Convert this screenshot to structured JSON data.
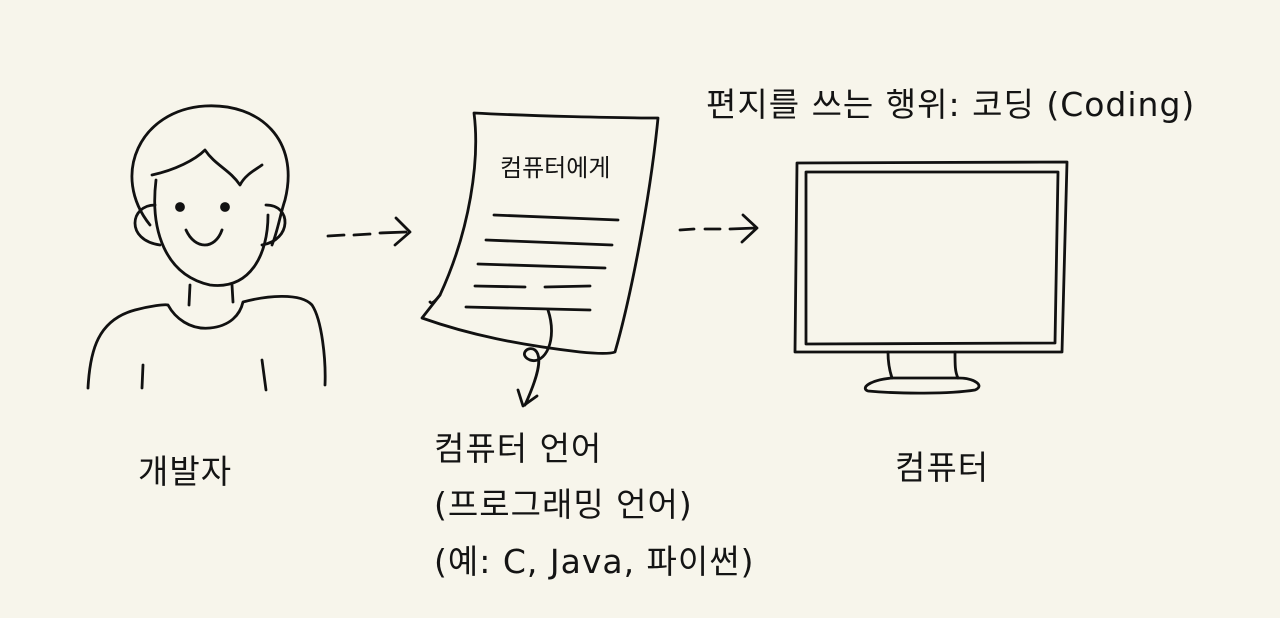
{
  "title": "편지를 쓰는 행위: 코딩 (Coding)",
  "developer": {
    "label": "개발자",
    "icon": "person-smiling-icon"
  },
  "letter": {
    "heading": "컴퓨터에게",
    "icon": "letter-document-icon"
  },
  "language": {
    "line1": "컴퓨터 언어",
    "line2": "(프로그래밍 언어)",
    "line3": "(예: C, Java, 파이썬)"
  },
  "computer": {
    "label": "컴퓨터",
    "icon": "monitor-icon"
  },
  "arrows": [
    "dashed-arrow-icon",
    "dashed-arrow-icon"
  ],
  "colors": {
    "background": "#f7f5eb",
    "ink": "#111111"
  }
}
